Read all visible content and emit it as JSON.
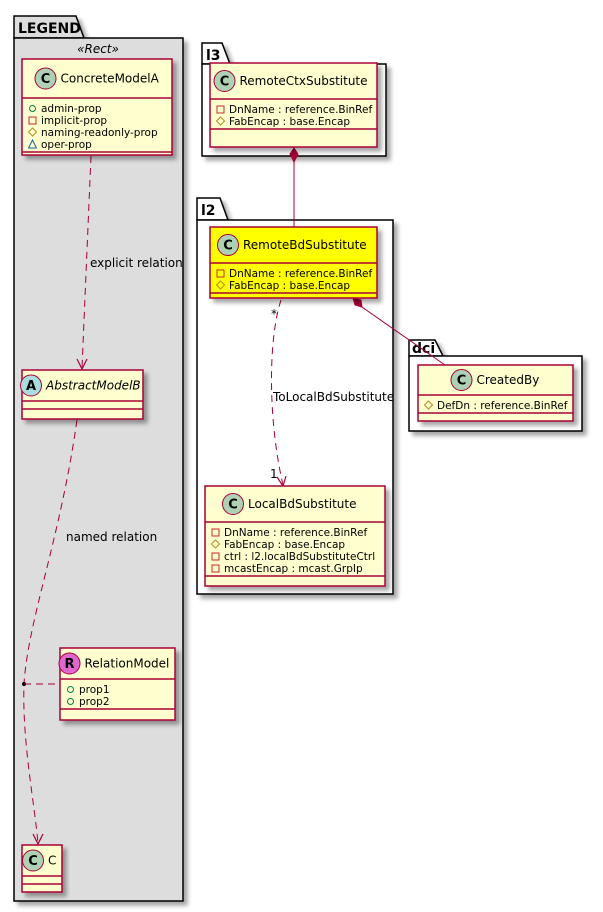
{
  "colors": {
    "class_fill": "#FEFECE",
    "class_border": "#A80036",
    "highlight_fill": "#FFFF00",
    "legend_fill": "#DDDDDD",
    "package_fill": "#FFFFFF",
    "badge_class": "#ADD1B2",
    "badge_abstract": "#A9DCDF",
    "badge_relation": "#DE68CF",
    "vis_public": "#038048",
    "vis_private": "#C82930",
    "vis_protected": "#B38D22",
    "vis_package": "#1963A0"
  },
  "packages": {
    "legend": {
      "title": "LEGEND",
      "stereotype": "«Rect»"
    },
    "l3": {
      "title": "l3"
    },
    "l2": {
      "title": "l2"
    },
    "dci": {
      "title": "dci"
    }
  },
  "classes": {
    "concrete_model_a": {
      "name": "ConcreteModelA",
      "badge": "C",
      "attributes": [
        {
          "vis": "public",
          "text": "admin-prop"
        },
        {
          "vis": "private",
          "text": "implicit-prop"
        },
        {
          "vis": "protected",
          "text": "naming-readonly-prop"
        },
        {
          "vis": "package",
          "text": "oper-prop"
        }
      ]
    },
    "abstract_model_b": {
      "name": "AbstractModelB",
      "badge": "A",
      "attributes": []
    },
    "relation_model": {
      "name": "RelationModel",
      "badge": "R",
      "attributes": [
        {
          "vis": "public",
          "text": "prop1"
        },
        {
          "vis": "public",
          "text": "prop2"
        }
      ]
    },
    "c": {
      "name": "C",
      "badge": "C",
      "attributes": []
    },
    "remote_ctx_substitute": {
      "name": "RemoteCtxSubstitute",
      "badge": "C",
      "attributes": [
        {
          "vis": "private",
          "text": "DnName : reference.BinRef"
        },
        {
          "vis": "protected",
          "text": "FabEncap : base.Encap"
        }
      ]
    },
    "remote_bd_substitute": {
      "name": "RemoteBdSubstitute",
      "badge": "C",
      "highlighted": true,
      "attributes": [
        {
          "vis": "private",
          "text": "DnName : reference.BinRef"
        },
        {
          "vis": "protected",
          "text": "FabEncap : base.Encap"
        }
      ]
    },
    "local_bd_substitute": {
      "name": "LocalBdSubstitute",
      "badge": "C",
      "attributes": [
        {
          "vis": "private",
          "text": "DnName : reference.BinRef"
        },
        {
          "vis": "protected",
          "text": "FabEncap : base.Encap"
        },
        {
          "vis": "private",
          "text": "ctrl : l2.localBdSubstituteCtrl"
        },
        {
          "vis": "private",
          "text": "mcastEncap : mcast.GrpIp"
        }
      ]
    },
    "created_by": {
      "name": "CreatedBy",
      "badge": "C",
      "attributes": [
        {
          "vis": "protected",
          "text": "DefDn : reference.BinRef"
        }
      ]
    }
  },
  "relations": {
    "explicit": {
      "label": "explicit relation"
    },
    "named": {
      "label": "named relation"
    },
    "to_local": {
      "label": "ToLocalBdSubstitute",
      "source_mult": "*",
      "target_mult": "1"
    }
  }
}
